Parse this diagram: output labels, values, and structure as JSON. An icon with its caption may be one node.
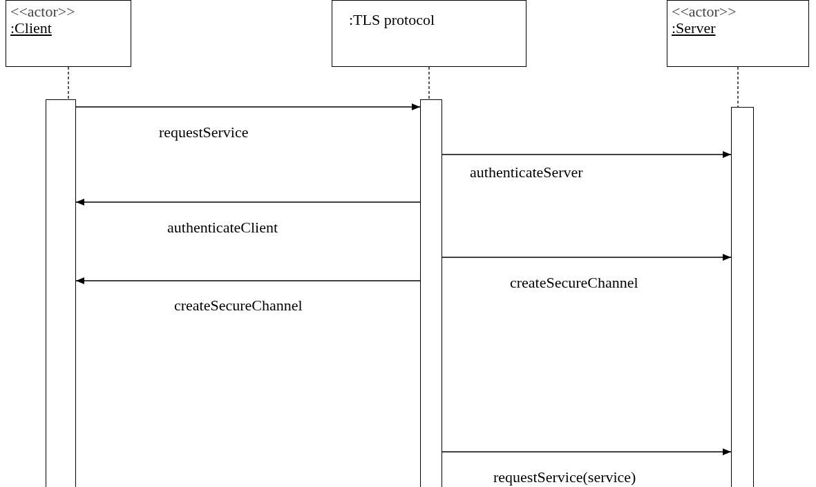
{
  "diagram": {
    "nodes": [
      {
        "text": [
          "<<actor>>",
          ":Client"
        ]
      },
      {
        "text": [
          ":TLS protocol"
        ]
      },
      {
        "text": [
          "<<actor>>",
          ":Server"
        ]
      },
      {
        "text": [],
        "shape": "bar"
      },
      {
        "text": [],
        "shape": "bar"
      },
      {
        "text": [],
        "shape": "bar"
      }
    ],
    "edges": [
      {
        "from": 0,
        "to": 3,
        "arrow": "none",
        "style": "dashed"
      },
      {
        "from": 1,
        "to": 4,
        "arrow": "none",
        "style": "dashed"
      },
      {
        "from": 2,
        "to": 5,
        "arrow": "none",
        "style": "dashed"
      },
      {
        "from": 3,
        "to": 4,
        "arrow": "to",
        "label": "requestService"
      },
      {
        "from": 4,
        "to": 5,
        "arrow": "to",
        "label": "authenticateServer"
      },
      {
        "from": 4,
        "to": 3,
        "arrow": "to",
        "label": "authenticateClient"
      },
      {
        "from": 4,
        "to": 5,
        "arrow": "to",
        "label": "createSecureChannel"
      },
      {
        "from": 4,
        "to": 3,
        "arrow": "to",
        "label": "createSecureChannel"
      },
      {
        "from": 4,
        "to": 5,
        "arrow": "to",
        "label": "requestService(service)"
      }
    ]
  }
}
